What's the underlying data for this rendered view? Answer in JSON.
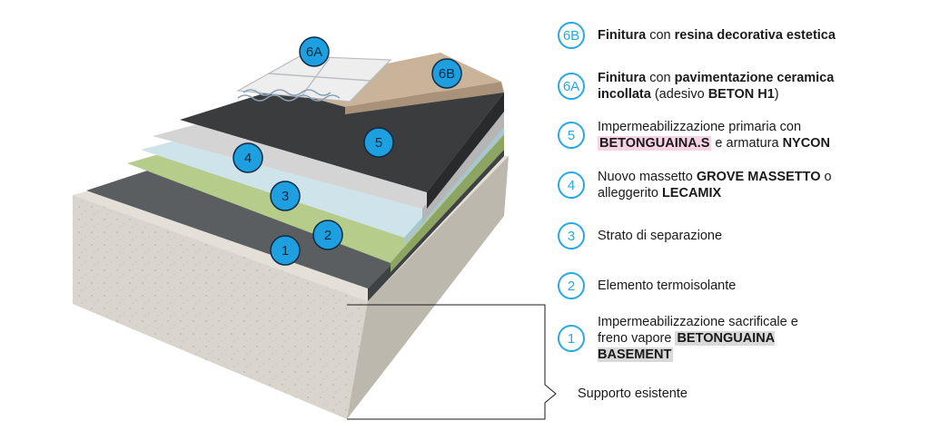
{
  "badges": {
    "b1": "1",
    "b2": "2",
    "b3": "3",
    "b4": "4",
    "b5": "5",
    "b6a": "6A",
    "b6b": "6B"
  },
  "legend": {
    "i6b": {
      "num": "6B",
      "p1": "Finitura",
      "p2": " con ",
      "p3": "resina decorativa estetica"
    },
    "i6a": {
      "num": "6A",
      "p1": "Finitura",
      "p2": " con ",
      "p3": "pavimentazione ceramica incollata",
      "p4": " (adesivo ",
      "p5": "BETON H1",
      "p6": ")"
    },
    "i5": {
      "num": "5",
      "p1": "Impermeabilizzazione primaria con ",
      "p2": "BETONGUAINA.S",
      "p3": " e armatura ",
      "p4": "NYCON"
    },
    "i4": {
      "num": "4",
      "p1": "Nuovo massetto ",
      "p2": "GROVE MASSETTO",
      "p3": " o alleggerito ",
      "p4": "LECAMIX"
    },
    "i3": {
      "num": "3",
      "p1": "Strato di separazione"
    },
    "i2": {
      "num": "2",
      "p1": "Elemento termoisolante"
    },
    "i1": {
      "num": "1",
      "p1": "Impermeabilizzazione sacrificale e freno vapore ",
      "p2": "BETONGUAINA BASEMENT"
    }
  },
  "supporto": "Supporto esistente",
  "colors": {
    "accent": "#2aa8e0",
    "badge_fill": "#1e9fe0",
    "highlight_pink": "#f6d4e4",
    "highlight_grey": "#d9d9d9"
  }
}
